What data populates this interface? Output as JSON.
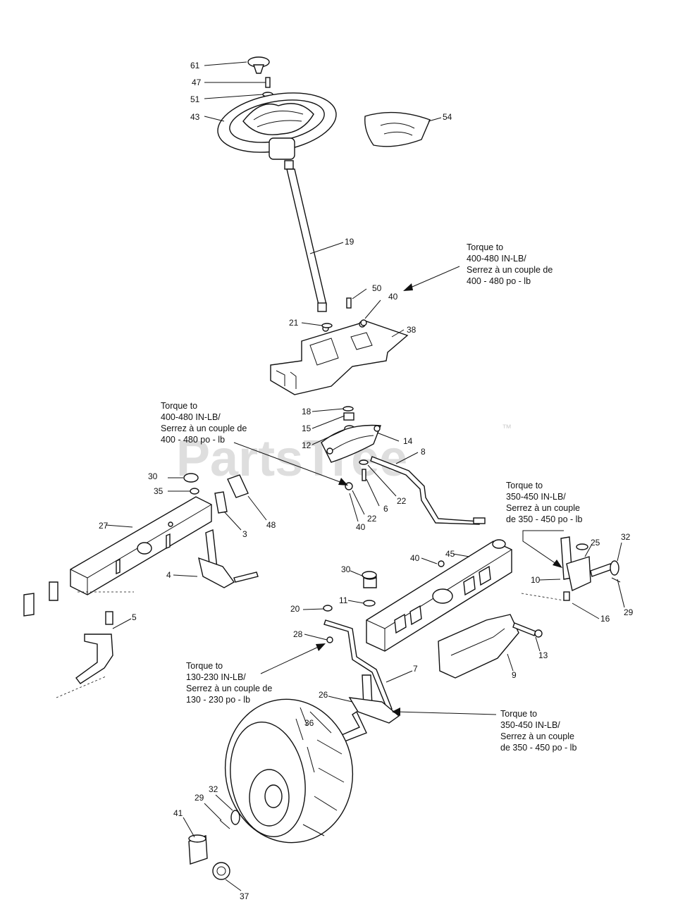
{
  "watermark": {
    "text": "PartsTree",
    "mark": "™"
  },
  "torque_notes": [
    {
      "id": "plate",
      "lines": [
        "Torque to",
        "400-480 IN-LB/",
        "Serrez à un couple de",
        "400 - 480 po - lb"
      ]
    },
    {
      "id": "bracket",
      "lines": [
        "Torque to",
        "400-480 IN-LB/",
        "Serrez à un couple de",
        "400 - 480 po - lb"
      ]
    },
    {
      "id": "spindle-right",
      "lines": [
        "Torque to",
        "350-450 IN-LB/",
        "Serrez à un couple",
        "de 350 - 450 po - lb"
      ]
    },
    {
      "id": "tie-rod",
      "lines": [
        "Torque to",
        "130-230 IN-LB/",
        "Serrez à un couple de",
        "130 - 230 po - lb"
      ]
    },
    {
      "id": "spindle-left",
      "lines": [
        "Torque to",
        "350-450 IN-LB/",
        "Serrez à un couple",
        "de 350 - 450 po - lb"
      ]
    }
  ],
  "callouts": [
    "61",
    "47",
    "51",
    "43",
    "54",
    "19",
    "50",
    "40",
    "21",
    "38",
    "18",
    "15",
    "12",
    "14",
    "8",
    "30",
    "35",
    "27",
    "3",
    "48",
    "6",
    "22",
    "40",
    "22",
    "4",
    "5",
    "45",
    "40",
    "10",
    "25",
    "32",
    "29",
    "16",
    "30",
    "11",
    "20",
    "28",
    "13",
    "9",
    "7",
    "26",
    "36",
    "32",
    "29",
    "41",
    "37"
  ]
}
